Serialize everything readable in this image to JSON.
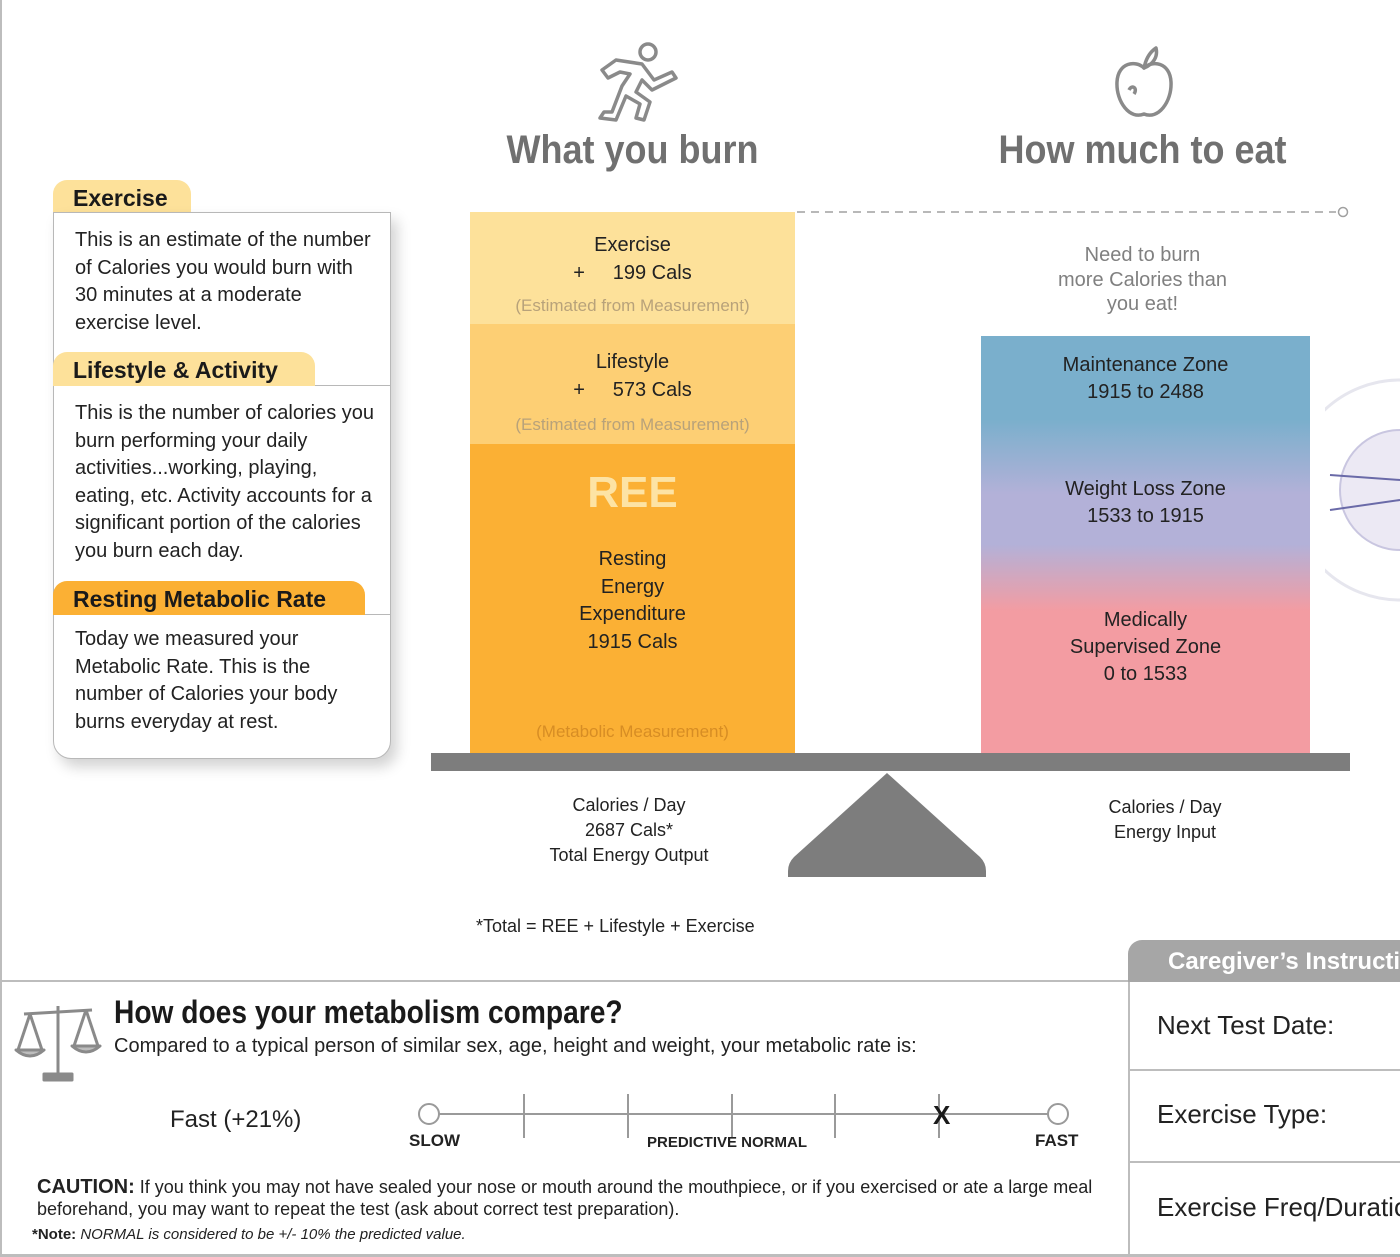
{
  "burn_column": {
    "title": "What you burn",
    "exercise": {
      "label": "Exercise",
      "value": "+     199 Cals",
      "note": "(Estimated from Measurement)"
    },
    "lifestyle": {
      "label": "Lifestyle",
      "value": "+     573 Cals",
      "note": "(Estimated from Measurement)"
    },
    "ree": {
      "abbr": "REE",
      "line1": "Resting",
      "line2": "Energy",
      "line3": "Expenditure",
      "line4": "1915 Cals",
      "note": "(Metabolic Measurement)"
    },
    "footer": {
      "line1": "Calories / Day",
      "line2": "2687 Cals*",
      "line3": "Total Energy Output"
    },
    "total_note": "*Total = REE + Lifestyle + Exercise"
  },
  "eat_column": {
    "title": "How much to eat",
    "warning": {
      "line1": "Need to burn",
      "line2": "more Calories than",
      "line3": "you eat!"
    },
    "zones": [
      {
        "name": "Maintenance Zone",
        "range": "1915 to 2488"
      },
      {
        "name": "Weight Loss Zone",
        "range": "1533 to 1915"
      },
      {
        "name": "Medically",
        "name2": "Supervised Zone",
        "range": "0 to 1533"
      }
    ],
    "footer": {
      "line1": "Calories / Day",
      "line2": "Energy Input"
    },
    "colors": {
      "maintenance": "#7aafcc",
      "weight_loss": "#b3b1d8",
      "medical": "#f39ca2"
    }
  },
  "info_panel": {
    "exercise": {
      "tab": "Exercise",
      "text": "This is an estimate of the number of Calories you would burn with 30 minutes at a moderate exercise level."
    },
    "lifestyle": {
      "tab": "Lifestyle & Activity",
      "text": "This is the number of calories you burn performing your daily activities...working, playing, eating, etc. Activity accounts for a significant portion of the calories you burn each day."
    },
    "rmr": {
      "tab": "Resting Metabolic Rate",
      "text": "Today we measured your Metabolic Rate. This is the number of Calories your body burns everyday at rest."
    }
  },
  "compare": {
    "title": "How does your metabolism compare?",
    "subtitle": "Compared to a typical person of similar sex, age, height and weight, your metabolic rate is:",
    "result": "Fast (+21%)",
    "scale": {
      "slow": "SLOW",
      "normal": "PREDICTIVE NORMAL",
      "fast": "FAST",
      "marker": "X",
      "marker_fraction": 0.815
    },
    "caution_label": "CAUTION:",
    "caution_text": " If you think you may not have sealed your nose or mouth around the mouthpiece, or if you exercised or ate a large meal beforehand, you may want to repeat the test (ask about correct test preparation).",
    "note_label": "*Note:",
    "note_text": " NORMAL is considered to be +/- 10% the predicted value."
  },
  "caregiver": {
    "tab": "Caregiver’s Instructions",
    "rows": [
      "Next Test Date:",
      "Exercise Type:",
      "Exercise Freq/Duration"
    ]
  },
  "icons": {
    "burn": "running-person-icon",
    "eat": "apple-icon",
    "compare": "balance-scale-icon"
  },
  "colors": {
    "exercise": "#fde19a",
    "lifestyle": "#fdcf74",
    "ree": "#fbb034",
    "beam": "#7d7d7d"
  }
}
